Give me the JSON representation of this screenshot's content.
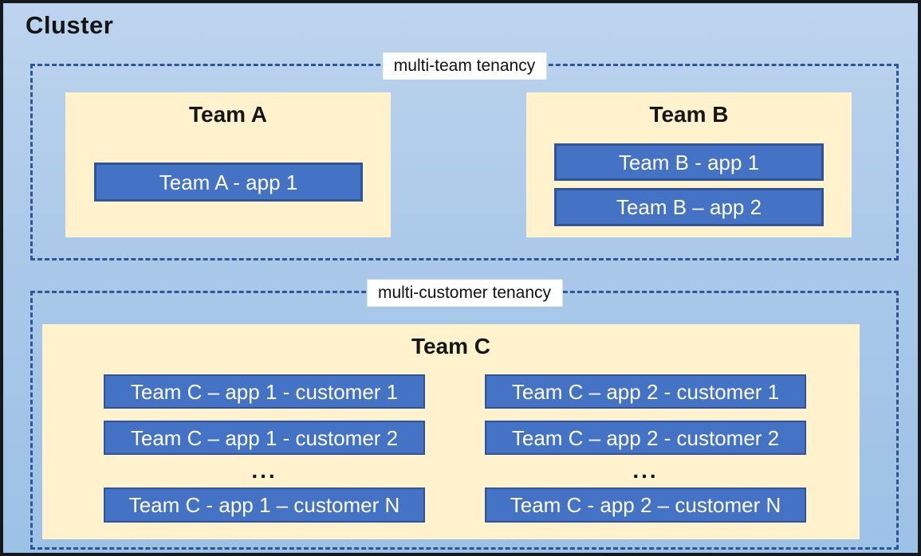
{
  "cluster_title": "Cluster",
  "colors": {
    "app_fill": "#4472C4",
    "app_border": "#2F5597",
    "team_panel_fill": "#FFF2CC",
    "dashed_zone_border": "#2F5597",
    "background_top": "#BDD4EE",
    "background_bottom": "#9CC2E5",
    "outer_border": "#15181D"
  },
  "zones": {
    "multi_team": {
      "label": "multi-team tenancy",
      "team_a": {
        "title": "Team A",
        "app1": "Team A - app 1"
      },
      "team_b": {
        "title": "Team B",
        "app1": "Team B - app 1",
        "app2": "Team B – app 2"
      }
    },
    "multi_customer": {
      "label": "multi-customer tenancy",
      "team_c": {
        "title": "Team C",
        "col1": {
          "row1": "Team C – app 1 - customer 1",
          "row2": "Team C – app 1 - customer 2",
          "ellipsis": "...",
          "rowN": "Team C - app 1 – customer N"
        },
        "col2": {
          "row1": "Team C – app 2 - customer 1",
          "row2": "Team C – app 2 - customer 2",
          "ellipsis": "...",
          "rowN": "Team C - app 2 – customer N"
        }
      }
    }
  }
}
